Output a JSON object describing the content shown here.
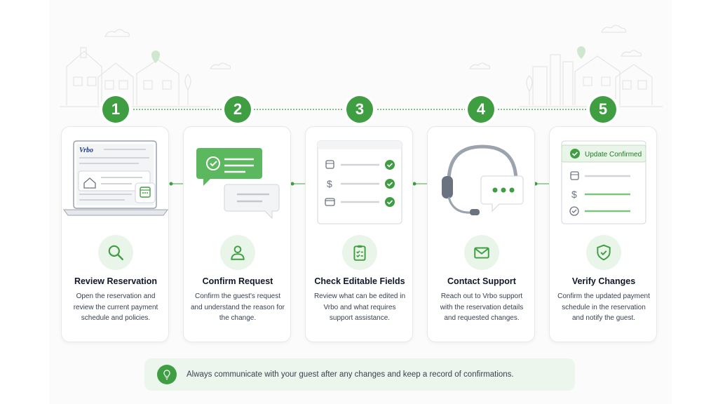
{
  "brand": {
    "logo_text": "Vrbo"
  },
  "steps": [
    {
      "number": "1",
      "title": "Review Reservation",
      "description": "Open the reservation and review the current payment schedule and policies."
    },
    {
      "number": "2",
      "title": "Confirm Request",
      "description": "Confirm the guest's request and understand the reason for the change."
    },
    {
      "number": "3",
      "title": "Check Editable Fields",
      "description": "Review what can be edited in Vrbo and what requires support assistance."
    },
    {
      "number": "4",
      "title": "Contact Support",
      "description": "Reach out to Vrbo support with the reservation details and requested changes."
    },
    {
      "number": "5",
      "title": "Verify Changes",
      "description": "Confirm the updated payment schedule in the reservation and notify the guest.",
      "status_label": "Update Confirmed"
    }
  ],
  "tip": {
    "text": "Always communicate with your guest after any changes and keep a record of confirmations.",
    "icon": "lightbulb-icon"
  },
  "colors": {
    "accent": "#3f9e41",
    "accent_light": "#eaf5ea",
    "card_border": "#e6e9e6"
  },
  "icons": [
    "search-icon",
    "person-icon",
    "clipboard-check-icon",
    "envelope-icon",
    "shield-check-icon"
  ]
}
